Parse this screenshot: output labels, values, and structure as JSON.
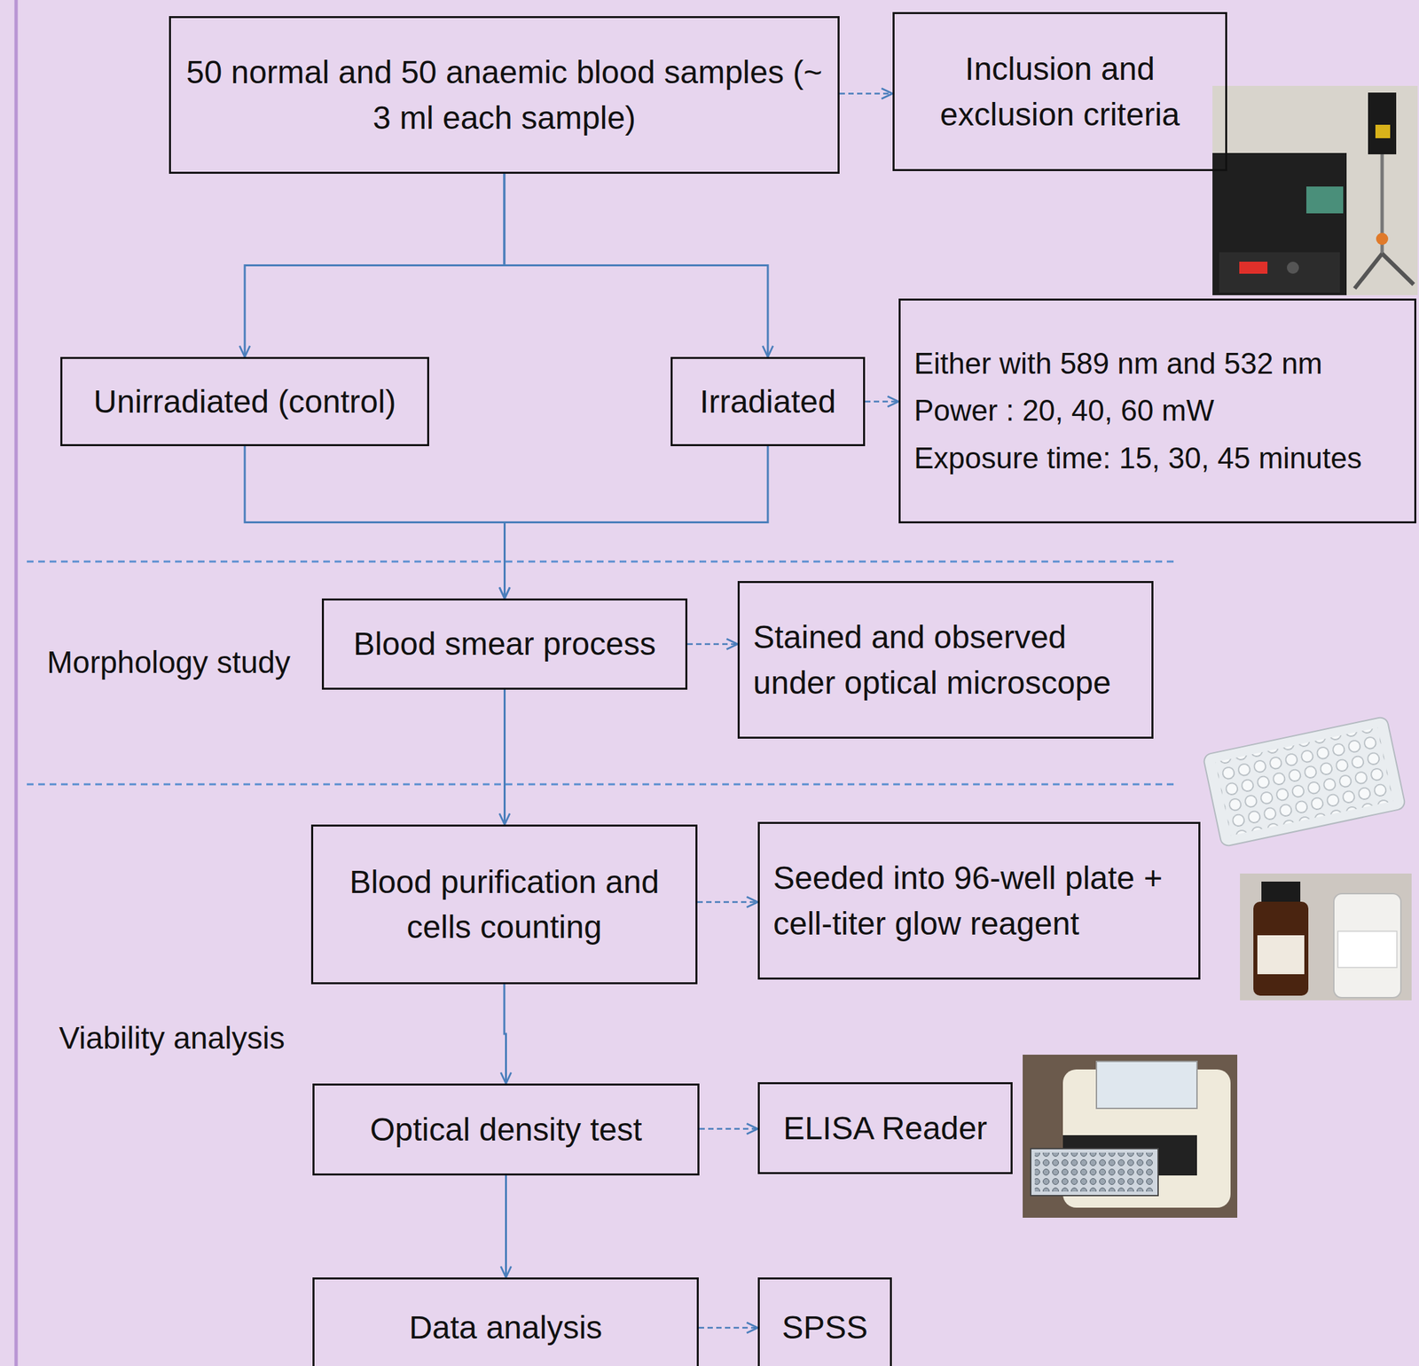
{
  "diagram": {
    "nodes": [
      {
        "text": [
          "50 normal and 50 anaemic blood samples (~ 3 ml each sample)"
        ]
      },
      {
        "text": [
          "Inclusion and exclusion criteria"
        ]
      },
      {
        "text": [
          "Unirradiated (control)"
        ]
      },
      {
        "text": [
          "Irradiated"
        ]
      },
      {
        "text": [
          "Either with 589 nm and 532 nm",
          "Power : 20, 40, 60 mW",
          "Exposure time: 15, 30, 45 minutes"
        ]
      },
      {
        "text": [
          "Blood smear process"
        ]
      },
      {
        "text": [
          "Stained and observed under optical microscope"
        ]
      },
      {
        "text": [
          "Blood purification and cells counting"
        ]
      },
      {
        "text": [
          "Seeded into 96-well plate + cell-titer glow reagent"
        ]
      },
      {
        "text": [
          "Optical density test"
        ]
      },
      {
        "text": [
          "ELISA Reader"
        ]
      },
      {
        "text": [
          "Data analysis"
        ]
      },
      {
        "text": [
          "SPSS"
        ]
      }
    ],
    "edges": [
      {
        "from": 0,
        "to": 1,
        "arrow": "to"
      },
      {
        "from": 0,
        "to": 2,
        "arrow": "to"
      },
      {
        "from": 0,
        "to": 3,
        "arrow": "to"
      },
      {
        "from": 3,
        "to": 4,
        "arrow": "to"
      },
      {
        "from": 2,
        "to": 5,
        "arrow": "to"
      },
      {
        "from": 3,
        "to": 5,
        "arrow": "to"
      },
      {
        "from": 5,
        "to": 6,
        "arrow": "to"
      },
      {
        "from": 5,
        "to": 7,
        "arrow": "to"
      },
      {
        "from": 7,
        "to": 8,
        "arrow": "to"
      },
      {
        "from": 7,
        "to": 9,
        "arrow": "to"
      },
      {
        "from": 9,
        "to": 10,
        "arrow": "to"
      },
      {
        "from": 9,
        "to": 11,
        "arrow": "to"
      },
      {
        "from": 11,
        "to": 12,
        "arrow": "to"
      }
    ],
    "labels": [
      "Morphology study",
      "Viability analysis"
    ]
  }
}
